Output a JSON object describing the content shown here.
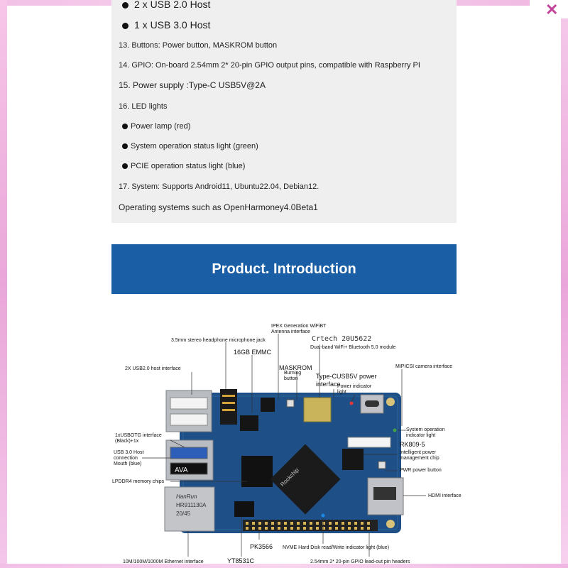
{
  "spec": {
    "usb2_partial": "2 x USB 2.0 Host",
    "usb3": "1 x USB 3.0 Host",
    "buttons": "13. Buttons: Power button, MASKROM button",
    "gpio": "14. GPIO: On-board 2.54mm 2* 20-pin GPIO output pins, compatible with Raspberry PI",
    "power": "15. Power supply :Type-C USB5V@2A",
    "led": "16. LED lights",
    "led_power": "Power lamp (red)",
    "led_system": "System operation status light (green)",
    "led_pcie": "PCIE operation status light (blue)",
    "system": "17. System: Supports Android11, Ubuntu22.04, Debian12.",
    "os": "Operating systems such as OpenHarmoney4.0Beta1"
  },
  "banner": {
    "title": "Product. Introduction"
  },
  "labels": {
    "ipex": "IPEX Generation WiFiBT",
    "antenna": "Antenna interface",
    "headphone": "3.5mm stereo headphone microphone jack",
    "crtech": "Crtech 20U5622",
    "dualband": "Dual-band WiFi+ Bluetooth 5.0 module",
    "emmc": "16GB EMMC",
    "usb2": "2X USB2.0 host interface",
    "maskrom": "MASKROM",
    "burning": "Burning",
    "button": "button",
    "typec": "Type-CUSB5V power",
    "typec2": "interface",
    "power_ind": "Power indicator",
    "power_ind2": "light",
    "mipi": "MIPICSI camera interface",
    "otg": "1xUSBOTG interface",
    "otg2": "(Black)+1x",
    "sysop": "System operation",
    "sysop2": "indicator light",
    "rk809": "RK809-5",
    "usb3a": "USB 3.0 Host",
    "usb3b": "connection",
    "usb3c": "Mouth (blue)",
    "pmic": "Intelligent power",
    "pmic2": "management chip",
    "pwr": "PWR power button",
    "lpddr": "LPDDR4 memory chips",
    "hdmi": "HDMI interface",
    "pk": "PK3566",
    "nvme": "NVME Hard Disk read/Write indicator light (blue)",
    "eth": "10M/100M/1000M Ethernet interface",
    "yt": "YT8531C",
    "gpio_hdr": "2.54mm 2* 20-pin GPIO lead-out pin headers",
    "ava": "AVA",
    "hanrun": "HanRun",
    "hr": "HR911130A",
    "hr2": "20/45",
    "chip": "Rockchip"
  },
  "colors": {
    "banner": "#1a5fa6",
    "board": "#1e4f86",
    "panel": "#efeff0",
    "edge": "#eaa6da"
  }
}
